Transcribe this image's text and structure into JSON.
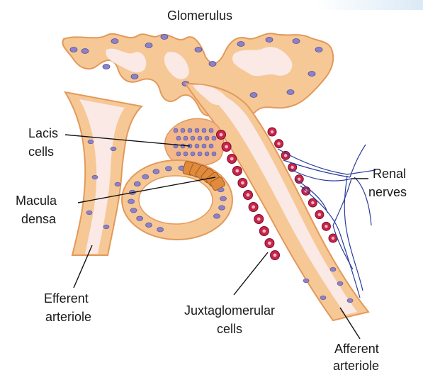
{
  "labels": {
    "glomerulus": "Glomerulus",
    "lacis_1": "Lacis",
    "lacis_2": "cells",
    "macula_1": "Macula",
    "macula_2": "densa",
    "renal_1": "Renal",
    "renal_2": "nerves",
    "efferent_1": "Efferent",
    "efferent_2": "arteriole",
    "jg_1": "Juxtaglomerular",
    "jg_2": "cells",
    "afferent_1": "Afferent",
    "afferent_2": "arteriole"
  },
  "colors": {
    "tissue": "#f6c896",
    "tissue_edge": "#e3995a",
    "lumen": "#fbe9e6",
    "nucleus": "#8b82c9",
    "jg_cell": "#c8244a",
    "macula_cell": "#e08a3c",
    "nerve": "#2a3d9c",
    "leader": "#111111"
  }
}
